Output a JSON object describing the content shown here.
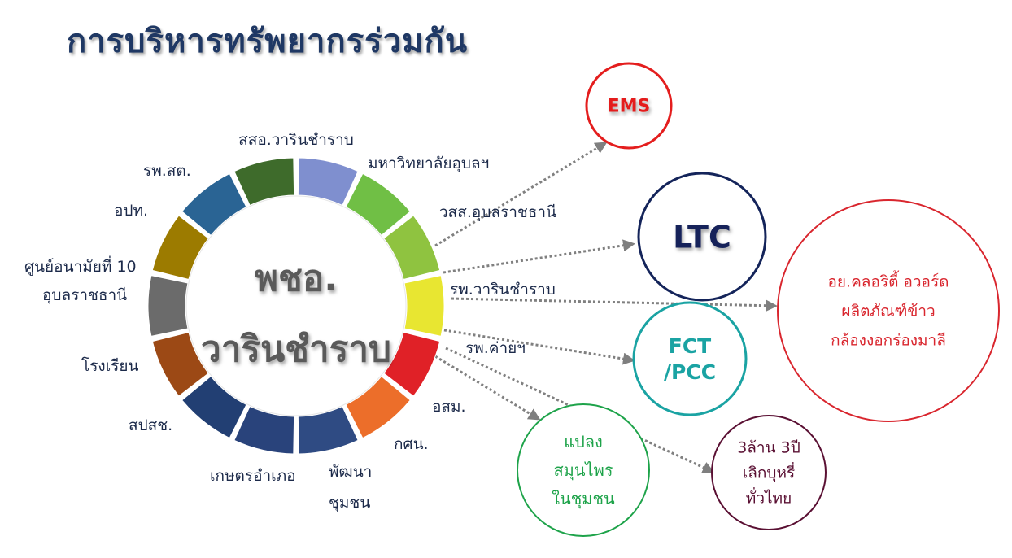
{
  "title": "การบริหารทรัพยากรร่วมกัน",
  "center": {
    "line1": "พชอ.",
    "line2": "วารินชำราบ"
  },
  "ring": {
    "segments": [
      {
        "label": "สสอ.วารินชำราบ",
        "color": "#7f8fcf"
      },
      {
        "label": "มหาวิทยาลัยอุบลฯ",
        "color": "#70bf45"
      },
      {
        "label": "วสส.อุบลราชธานี",
        "color": "#8fc340"
      },
      {
        "label": "รพ.วารินชำราบ",
        "color": "#e8e631"
      },
      {
        "label": "รพ.ค่ายฯ",
        "color": "#e02127"
      },
      {
        "label": "อสม.",
        "color": "#ec6e2a"
      },
      {
        "label": "กศน.",
        "color": "#2f4b83"
      },
      {
        "label": "พัฒนา ชุมชน",
        "color": "#29437b"
      },
      {
        "label": "เกษตรอำเภอ",
        "color": "#223f73"
      },
      {
        "label": "สปสช.",
        "color": "#9c4915"
      },
      {
        "label": "โรงเรียน",
        "color": "#6b6b6b"
      },
      {
        "label": "ศูนย์อนามัยที่ 10 อุบลราชธานี",
        "color": "#9c7b00"
      },
      {
        "label": "อปท.",
        "color": "#2a6494"
      },
      {
        "label": "รพ.สต.",
        "color": "#3e6b2b"
      }
    ]
  },
  "partners": [
    {
      "id": "ems",
      "lines": [
        "EMS"
      ],
      "text_color": "#e41e1e",
      "border_color": "#e41e1e"
    },
    {
      "id": "ltc",
      "lines": [
        "LTC"
      ],
      "text_color": "#14245a",
      "border_color": "#14245a"
    },
    {
      "id": "clorissy",
      "lines": [
        "อย.คลอริตี้ อวอร์ด",
        "ผลิตภัณฑ์ข้าว",
        "กล้องงอกร่องมาลี"
      ],
      "text_color": "#d9262e",
      "border_color": "#d9262e"
    },
    {
      "id": "fct",
      "lines": [
        "FCT",
        "/PCC"
      ],
      "text_color": "#1aa3a3",
      "border_color": "#1aa3a3"
    },
    {
      "id": "herb",
      "lines": [
        "แปลง",
        "สมุนไพร",
        "ในชุมชน"
      ],
      "text_color": "#1ea34a",
      "border_color": "#1ea34a"
    },
    {
      "id": "quit",
      "lines": [
        "3ล้าน 3ปี",
        "เลิกบุหรี่",
        "ทั่วไทย"
      ],
      "text_color": "#5a1033",
      "border_color": "#5a1033"
    }
  ]
}
